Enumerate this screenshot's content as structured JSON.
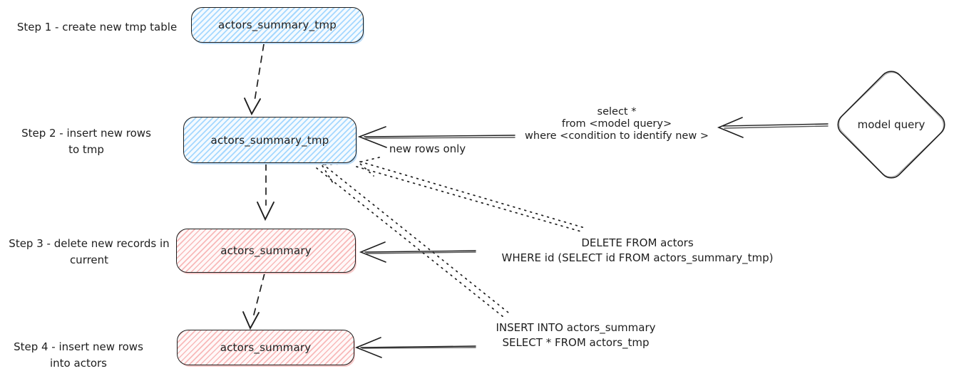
{
  "colors": {
    "ink": "#1e1e1e",
    "blue_hatch": "#a5d8ff",
    "red_hatch": "#ffc9c9"
  },
  "steps": [
    {
      "label_line1": "Step 1 - create new tmp table",
      "label_line2": "",
      "node_label": "actors_summary_tmp",
      "node_style": "blue"
    },
    {
      "label_line1": "Step 2 - insert new rows",
      "label_line2": "to tmp",
      "node_label": "actors_summary_tmp",
      "node_style": "blue"
    },
    {
      "label_line1": "Step 3 - delete new records in",
      "label_line2": "current",
      "node_label": "actors_summary",
      "node_style": "red"
    },
    {
      "label_line1": "Step 4 - insert new rows",
      "label_line2": "into actors",
      "node_label": "actors_summary",
      "node_style": "red"
    }
  ],
  "annotations": {
    "sql_select": {
      "line1": "select *",
      "line2": "from <model query>",
      "line3": "where <condition to identify new >"
    },
    "arrow_label_new_rows": "new rows only",
    "sql_delete": {
      "line1": "DELETE FROM actors",
      "line2": "WHERE id (SELECT id FROM actors_summary_tmp)"
    },
    "sql_insert": {
      "line1": "INSERT INTO actors_summary",
      "line2": "SELECT * FROM actors_tmp"
    }
  },
  "diamond": {
    "label": "model query"
  }
}
